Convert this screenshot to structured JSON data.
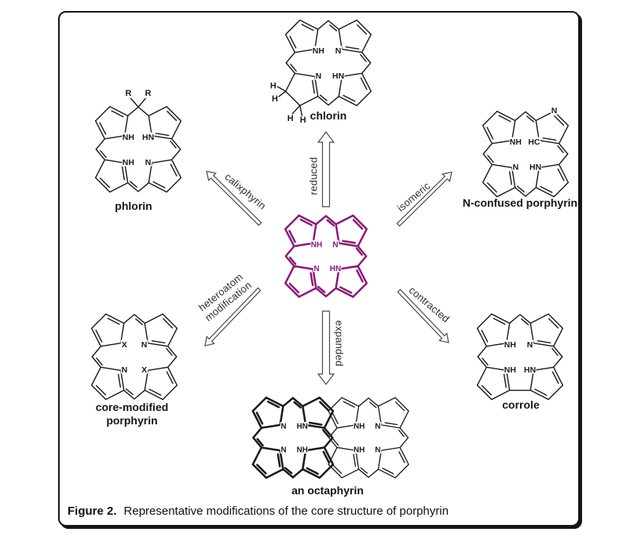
{
  "figure": {
    "caption_label": "Figure 2.",
    "caption_text": "Representative modifications of the core structure of porphyrin"
  },
  "colors": {
    "core_accent": "#8B1878",
    "bond": "#1a1a1a",
    "arrow_outline": "#4a4a4a",
    "arrow_label": "#2e2e2e"
  },
  "core": {
    "id": "porphyrin",
    "atoms": {
      "tl": "NH",
      "tr": "N",
      "bl": "N",
      "br": "HN"
    }
  },
  "modifications": [
    {
      "id": "chlorin",
      "name": "chlorin",
      "relation": "reduced",
      "atoms": {
        "tl": "NH",
        "tr": "N",
        "bl": "N",
        "br": "HN"
      },
      "extra": {
        "h": "H"
      }
    },
    {
      "id": "phlorin",
      "name": "phlorin",
      "relation": "calixphyrin",
      "atoms": {
        "tl": "NH",
        "tr": "HN",
        "bl": "NH",
        "br": "N"
      },
      "extra": {
        "r": "R"
      }
    },
    {
      "id": "n-confused-porphyrin",
      "name": "N-confused porphyrin",
      "relation": "isomeric",
      "atoms": {
        "tl": "NH",
        "tr": "HC",
        "bl": "N",
        "br": "HN"
      },
      "extra": {
        "outer_n": "N"
      }
    },
    {
      "id": "core-modified-porphyrin",
      "name": "core-modified porphyrin",
      "name_line1": "core-modified",
      "name_line2": "porphyrin",
      "relation": "heteroatom modification",
      "atoms": {
        "tl": "X",
        "tr": "N",
        "bl": "N",
        "br": "X"
      }
    },
    {
      "id": "corrole",
      "name": "corrole",
      "relation": "contracted",
      "atoms": {
        "tl": "NH",
        "tr": "N",
        "bl": "NH",
        "br": "HN"
      }
    },
    {
      "id": "octaphyrin",
      "name": "an octaphyrin",
      "relation": "expanded",
      "left_atoms": {
        "tl": "N",
        "tr": "HN",
        "bl": "N",
        "br": "NH"
      },
      "right_atoms": {
        "tl": "NH",
        "tr": "N",
        "bl": "NH",
        "br": "N"
      }
    }
  ],
  "arrows": {
    "reduced": {
      "label": "reduced"
    },
    "calixphyrin": {
      "label": "calixphyrin"
    },
    "isomeric": {
      "label": "isomeric"
    },
    "heteroatom": {
      "label_line1": "heteroatom",
      "label_line2": "modification"
    },
    "contracted": {
      "label": "contracted"
    },
    "expanded": {
      "label": "expanded"
    }
  }
}
